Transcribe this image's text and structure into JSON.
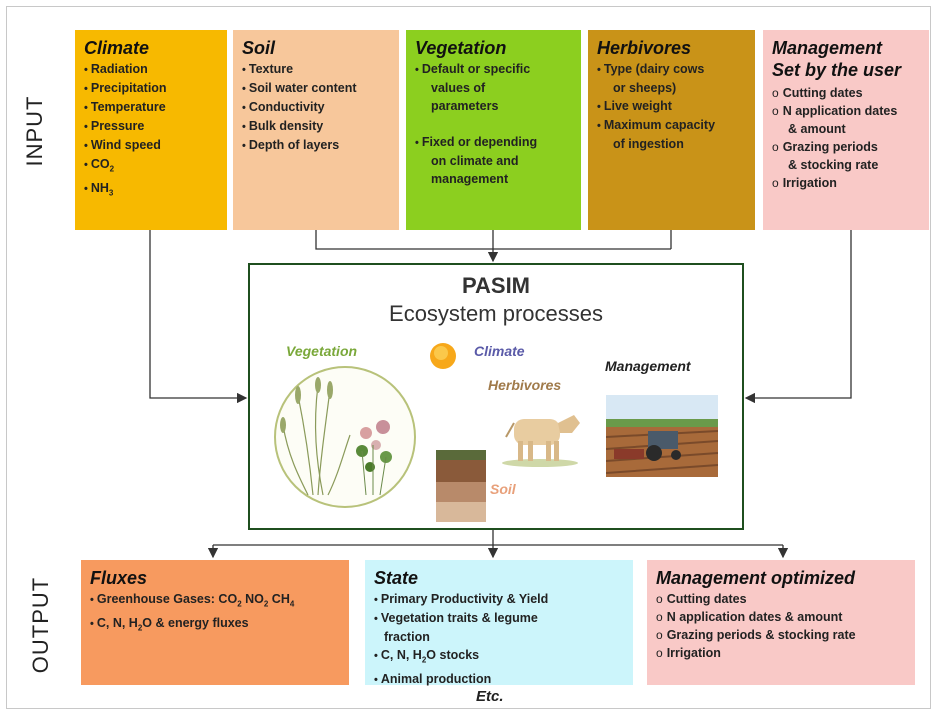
{
  "side_labels": {
    "input": "INPUT",
    "output": "OUTPUT"
  },
  "inputs": {
    "climate": {
      "title": "Climate",
      "items": [
        "Radiation",
        "Precipitation",
        "Temperature",
        "Pressure",
        "Wind speed"
      ]
    },
    "soil": {
      "title": "Soil",
      "items": [
        "Texture",
        "Soil water content",
        "Conductivity",
        "Bulk density",
        "Depth of layers"
      ]
    },
    "vegetation": {
      "title": "Vegetation",
      "items": [
        "Default or specific",
        "values of",
        "parameters",
        "Fixed or depending",
        "on climate and",
        "management"
      ]
    },
    "herbivores": {
      "title": "Herbivores",
      "items": [
        "Type (dairy cows",
        "or sheeps)",
        "Live weight",
        "Maximum capacity",
        "of ingestion"
      ]
    },
    "management": {
      "title": "Management",
      "subtitle": "Set by the user",
      "items": [
        "Cutting dates",
        "N application dates",
        "& amount",
        "Grazing periods",
        "& stocking rate",
        "Irrigation"
      ]
    }
  },
  "climate_gases": {
    "co2_base": "CO",
    "co2_sub": "2",
    "nh3_base": "NH",
    "nh3_sub": "3"
  },
  "pasim": {
    "title": "PASIM",
    "subtitle": "Ecosystem processes",
    "labels": {
      "vegetation": "Vegetation",
      "climate": "Climate",
      "herbivores": "Herbivores",
      "management": "Management",
      "soil": "Soil"
    }
  },
  "outputs": {
    "fluxes": {
      "title": "Fluxes",
      "line1": {
        "prefix": "Greenhouse Gases: CO",
        "co2_sub": "2",
        "mid1": " NO",
        "no2_sub": "2",
        "mid2": " CH",
        "ch4_sub": "4"
      },
      "line2": {
        "prefix": "C, N, H",
        "h2o_sub": "2",
        "suffix": "O & energy fluxes"
      }
    },
    "state": {
      "title": "State",
      "items": [
        "Primary Productivity & Yield",
        "Vegetation traits & legume",
        "fraction",
        "Animal production"
      ],
      "stocks": {
        "prefix": "C, N, H",
        "sub": "2",
        "suffix": "O stocks"
      }
    },
    "management_optimized": {
      "title": "Management optimized",
      "items": [
        "Cutting dates",
        "N application dates & amount",
        "Grazing periods & stocking rate",
        "Irrigation"
      ]
    }
  },
  "footer": {
    "etc": "Etc."
  },
  "colors": {
    "climate": "#f7b900",
    "soil": "#f7c79b",
    "vegetation": "#8ccf1f",
    "herbivores": "#c99318",
    "management": "#f9c9c7",
    "fluxes": "#f79a5f",
    "state": "#ccf5fb",
    "pasim_border": "#1f4f1f"
  }
}
